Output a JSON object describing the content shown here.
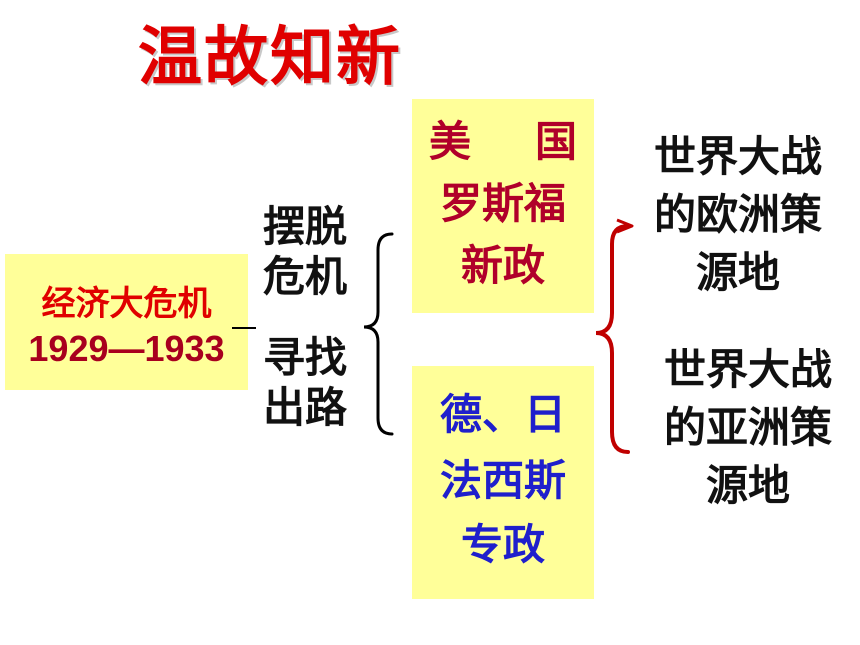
{
  "title": "温故知新",
  "crisis": {
    "name": "经济大危机",
    "years": "1929—1933"
  },
  "ways_out": {
    "line1": "摆脱",
    "line2": "危机",
    "line3": "寻找",
    "line4": "出路"
  },
  "usa_box": {
    "line1_left": "美",
    "line1_right": "国",
    "line2": "罗斯福",
    "line3": "新政"
  },
  "ge_box": {
    "line1": "德、日",
    "line2": "法西斯",
    "line3": "专政"
  },
  "results": {
    "europe": {
      "line1": "世界大战",
      "line2": "的欧洲策",
      "line3": "源地"
    },
    "asia": {
      "line1": "世界大战",
      "line2": "的亚洲策",
      "line3": "源地"
    }
  },
  "colors": {
    "title": "#e00000",
    "box_fill": "#ffff99",
    "usa_text": "#b0002a",
    "ge_text": "#1f1fcc",
    "right_bracket": "#c00000"
  }
}
